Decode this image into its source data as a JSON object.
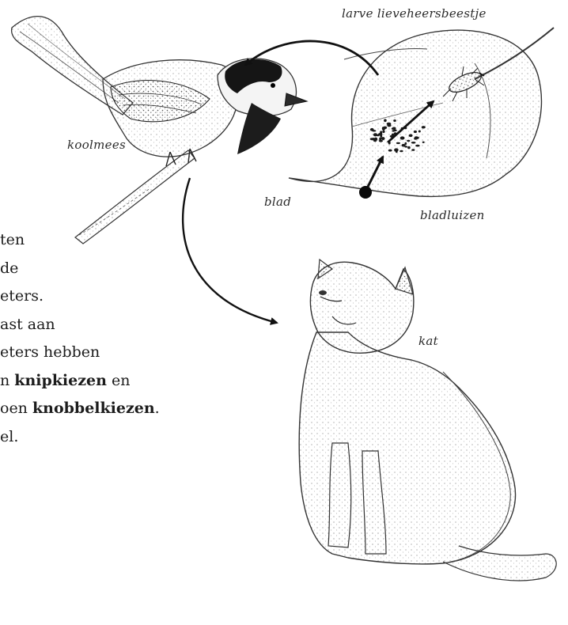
{
  "labels": {
    "larve": "larve lieveheersbeestje",
    "koolmees": "koolmees",
    "blad": "blad",
    "bladluizen": "bladluizen",
    "kat": "kat"
  },
  "body_text": [
    {
      "pre": "ten",
      "bold": "",
      "post": ""
    },
    {
      "pre": "de",
      "bold": "",
      "post": ""
    },
    {
      "pre": "eters.",
      "bold": "",
      "post": ""
    },
    {
      "pre": "ast aan",
      "bold": "",
      "post": ""
    },
    {
      "pre": "eters hebben",
      "bold": "",
      "post": ""
    },
    {
      "pre": "n ",
      "bold": "knipkiezen",
      "post": " en"
    },
    {
      "pre": "oen ",
      "bold": "knobbelkiezen",
      "post": "."
    },
    {
      "pre": "el.",
      "bold": "",
      "post": ""
    }
  ],
  "icons": [
    "koolmees-illustration",
    "leaf-illustration",
    "aphid-cluster",
    "ladybird-larva",
    "cat-illustration",
    "food-chain-arrow"
  ]
}
